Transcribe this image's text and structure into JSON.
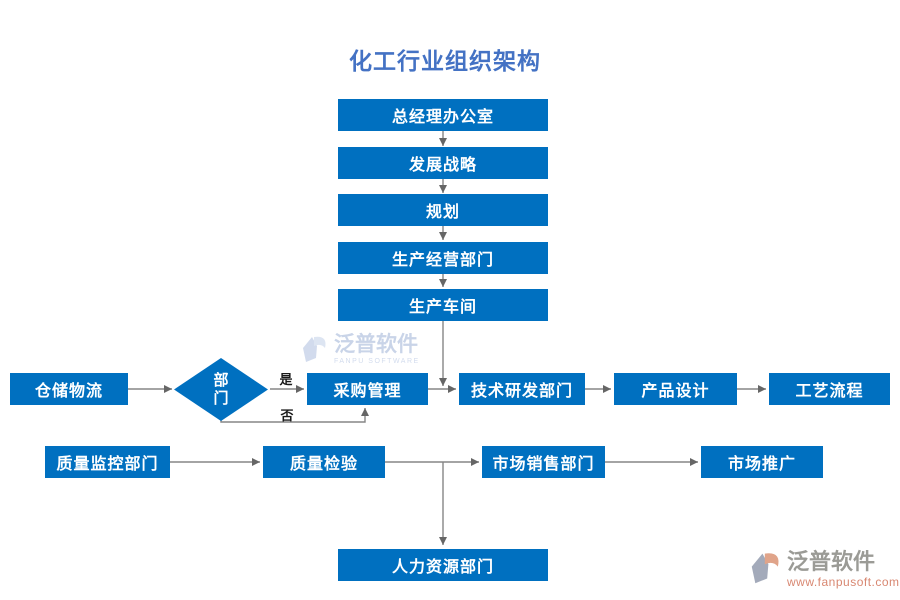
{
  "flowchart": {
    "title": "化工行业组织架构",
    "nodes": {
      "gm_office": "总经理办公室",
      "dev_strategy": "发展战略",
      "planning": "规划",
      "prod_mgmt": "生产经营部门",
      "workshop": "生产车间",
      "warehouse": "仓储物流",
      "procurement": "采购管理",
      "rd": "技术研发部门",
      "product_design": "产品设计",
      "process": "工艺流程",
      "quality_monitor": "质量监控部门",
      "quality_inspect": "质量检验",
      "sales": "市场销售部门",
      "promotion": "市场推广",
      "hr": "人力资源部门"
    },
    "decision": {
      "label": "部门",
      "yes_label": "是",
      "no_label": "否"
    }
  },
  "watermarks": {
    "center": {
      "brand": "泛普软件",
      "tagline": "FANPU SOFTWARE"
    },
    "corner": {
      "brand": "泛普软件",
      "url": "www.fanpusoft.com"
    }
  },
  "colors": {
    "node_fill": "#0070C0",
    "node_text": "#ffffff",
    "title": "#4472C4",
    "connector": "#858585",
    "arrowhead": "#666666"
  }
}
